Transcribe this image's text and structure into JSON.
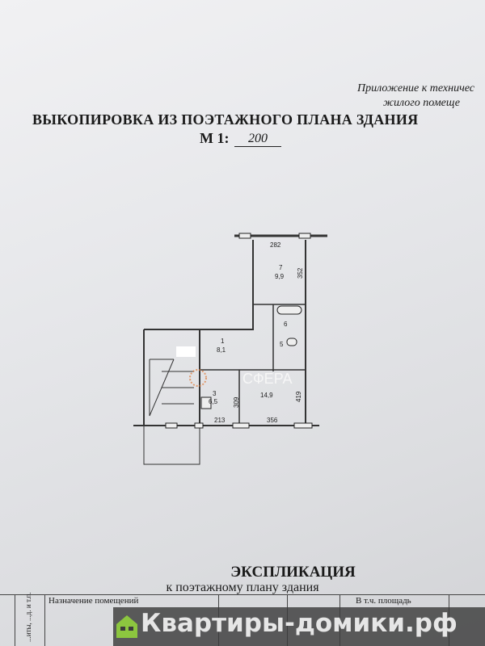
{
  "header": {
    "appendix_line1": "Приложение к техничес",
    "appendix_line2": "жилого помеще",
    "title": "ВЫКОПИРОВКА ИЗ ПОЭТАЖНОГО ПЛАНА ЗДАНИЯ",
    "scale_label": "М 1:",
    "scale_value": "200"
  },
  "plan": {
    "rooms": [
      {
        "number": "7",
        "area": "9,9"
      },
      {
        "number": "6"
      },
      {
        "number": "5"
      },
      {
        "number": "1",
        "area": "8,1"
      },
      {
        "number": "3",
        "area": "6,5"
      },
      {
        "area": "14,9"
      }
    ],
    "dimensions": [
      "282",
      "352",
      "419",
      "309",
      "213",
      "356"
    ],
    "watermark": "СФЕРА"
  },
  "explication": {
    "title": "ЭКСПЛИКАЦИЯ",
    "subtitle": "к поэтажному плану здания",
    "col_left": "...иты, ...д. и т.п.",
    "col_name": "Назначение помещений",
    "col_area_incl": "В т.ч. площадь"
  },
  "banner": {
    "text": "Квартиры-домики.рф",
    "accent": "#8cc63f"
  }
}
